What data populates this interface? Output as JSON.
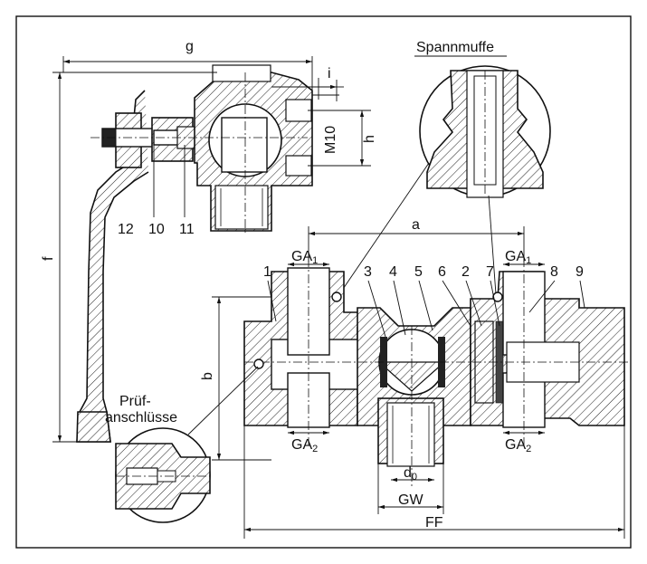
{
  "labels": {
    "g": "g",
    "f": "f",
    "i": "i",
    "h": "h",
    "m10": "M10",
    "spannmuffe": "Spannmuffe",
    "a": "a",
    "b": "b",
    "ga1_left": "GA",
    "ga1_left_sub": "1",
    "ga1_right": "GA",
    "ga1_right_sub": "1",
    "ga2_left": "GA",
    "ga2_left_sub": "2",
    "ga2_right": "GA",
    "ga2_right_sub": "2",
    "d0": "d",
    "d0_sub": "0",
    "gw": "GW",
    "ff": "FF",
    "pruef1": "Prüf-",
    "pruef2": "anschlüsse"
  },
  "part_numbers": {
    "p1": "1",
    "p2": "2",
    "p3": "3",
    "p4": "4",
    "p5": "5",
    "p6": "6",
    "p7": "7",
    "p8": "8",
    "p9": "9",
    "p10": "10",
    "p11": "11",
    "p12": "12"
  }
}
